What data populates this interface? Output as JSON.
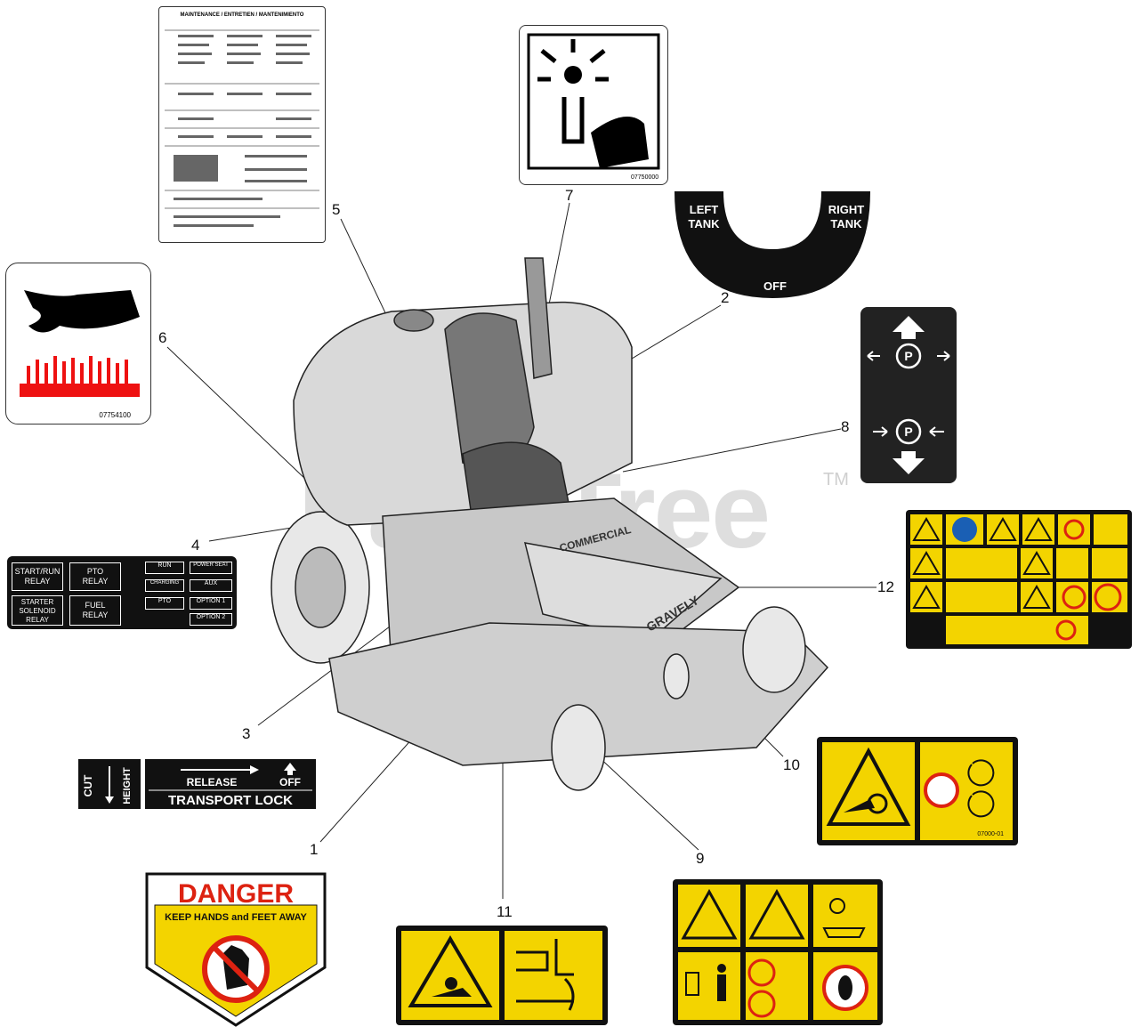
{
  "watermark": "PartsTree",
  "watermark_tm": "TM",
  "callouts": [
    "1",
    "2",
    "3",
    "4",
    "5",
    "6",
    "7",
    "8",
    "9",
    "10",
    "11",
    "12"
  ],
  "decal_maintenance": {
    "title": "MAINTENANCE / ENTRETIEN / MANTENIMIENTO"
  },
  "decal_fuel": {
    "left": [
      "LEFT",
      "TANK"
    ],
    "right": [
      "RIGHT",
      "TANK"
    ],
    "off": "OFF"
  },
  "decal_hot": {
    "part_no": "07754100"
  },
  "decal_entangle": {
    "part_no": "07750000"
  },
  "decal_brake": {
    "symbol": "P"
  },
  "decal_relay": {
    "start_run": [
      "START/RUN",
      "RELAY"
    ],
    "pto": [
      "PTO",
      "RELAY"
    ],
    "starter": [
      "STARTER",
      "SOLENOID",
      "RELAY"
    ],
    "fuel": [
      "FUEL",
      "RELAY"
    ],
    "run": "RUN",
    "power_seat": "POWER SEAT",
    "charging": "CHARGING",
    "aux": "AUX",
    "pto_small": "PTO",
    "option1": "OPTION 1",
    "option2": "OPTION 2"
  },
  "decal_transport": {
    "cut": "CUT",
    "height": "HEIGHT",
    "release": "RELEASE",
    "off": "OFF",
    "lock": "TRANSPORT LOCK"
  },
  "decal_danger": {
    "title": "DANGER",
    "subtitle": "KEEP HANDS and FEET AWAY"
  },
  "decal_10": {
    "part_no": "07000-01"
  },
  "mower_labels": [
    "GRAVELY",
    "COMMERCIAL"
  ]
}
